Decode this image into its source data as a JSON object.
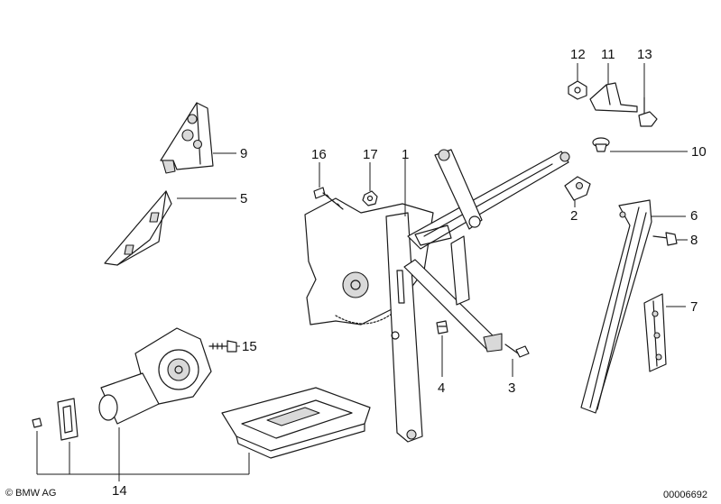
{
  "callouts": [
    {
      "id": "1",
      "label": "1"
    },
    {
      "id": "2",
      "label": "2"
    },
    {
      "id": "3",
      "label": "3"
    },
    {
      "id": "4",
      "label": "4"
    },
    {
      "id": "5",
      "label": "5"
    },
    {
      "id": "6",
      "label": "6"
    },
    {
      "id": "7",
      "label": "7"
    },
    {
      "id": "8",
      "label": "8"
    },
    {
      "id": "9",
      "label": "9"
    },
    {
      "id": "10",
      "label": "10"
    },
    {
      "id": "11",
      "label": "11"
    },
    {
      "id": "12",
      "label": "12"
    },
    {
      "id": "13",
      "label": "13"
    },
    {
      "id": "14",
      "label": "14"
    },
    {
      "id": "15",
      "label": "15"
    },
    {
      "id": "16",
      "label": "16"
    },
    {
      "id": "17",
      "label": "17"
    }
  ],
  "footer": {
    "copyright": "© BMW AG",
    "drawing_number": "00006692"
  }
}
